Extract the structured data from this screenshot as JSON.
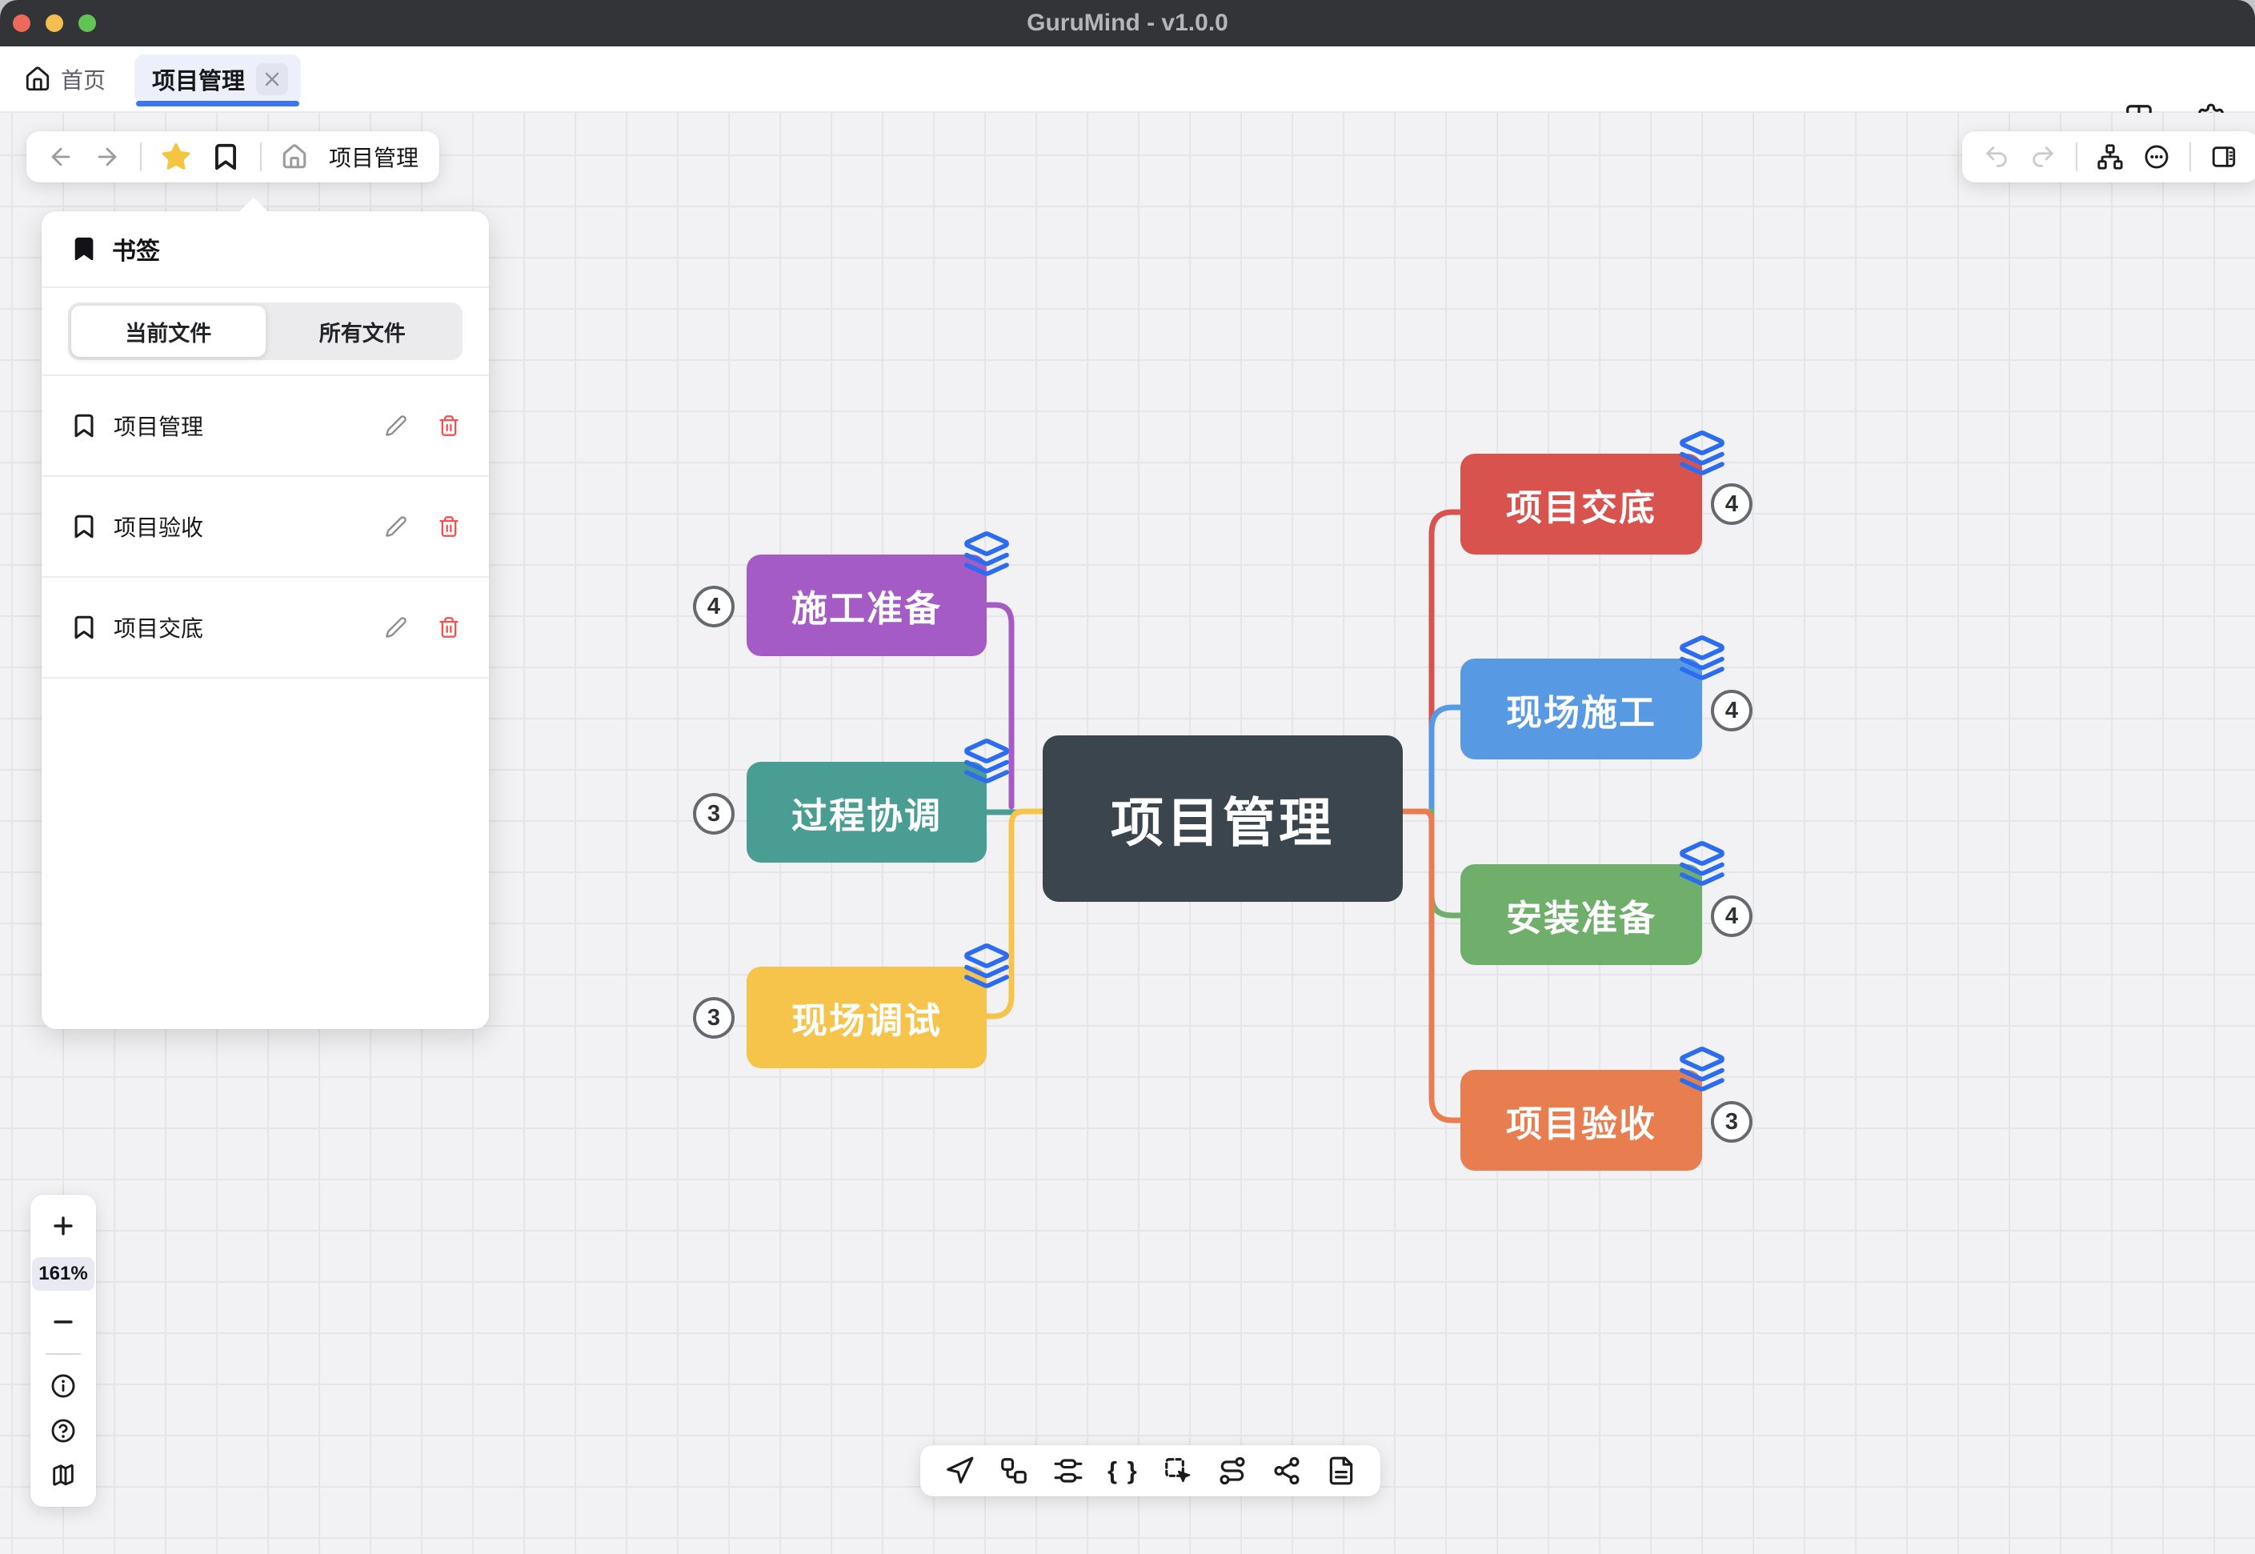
{
  "titlebar": {
    "title": "GuruMind - v1.0.0",
    "traffic_lights": [
      "#ec695c",
      "#f4bd50",
      "#62c454"
    ]
  },
  "tabbar": {
    "home_label": "首页",
    "active_tab": "项目管理"
  },
  "nav_toolbar": {
    "map_title": "项目管理"
  },
  "bookmark_panel": {
    "title": "书签",
    "tab_current": "当前文件",
    "tab_all": "所有文件",
    "items": [
      {
        "label": "项目管理"
      },
      {
        "label": "项目验收"
      },
      {
        "label": "项目交底"
      }
    ]
  },
  "zoom_toolbar": {
    "level": "161%"
  },
  "bottom_toolbar": {
    "braces_glyph": "{ }"
  },
  "mindmap": {
    "root": {
      "label": "项目管理",
      "color": "#3a454e"
    },
    "left_branches": [
      {
        "label": "施工准备",
        "badge": "4",
        "color": "#a55bc5"
      },
      {
        "label": "过程协调",
        "badge": "3",
        "color": "#4a9d92"
      },
      {
        "label": "现场调试",
        "badge": "3",
        "color": "#f6c44a"
      }
    ],
    "right_branches": [
      {
        "label": "项目交底",
        "badge": "4",
        "color": "#d9534e"
      },
      {
        "label": "现场施工",
        "badge": "4",
        "color": "#5899e4"
      },
      {
        "label": "安装准备",
        "badge": "4",
        "color": "#6fae6b"
      },
      {
        "label": "项目验收",
        "badge": "3",
        "color": "#e87e50"
      }
    ]
  },
  "colors": {
    "accent_blue": "#3b76f0",
    "layers_icon": "#2b6cf0",
    "danger": "#ef5350",
    "star": "#f5c542"
  },
  "icon_names": [
    "home-icon",
    "close-icon",
    "columns-icon",
    "gear-icon",
    "back-arrow-icon",
    "forward-arrow-icon",
    "star-icon",
    "bookmark-icon",
    "undo-icon",
    "redo-icon",
    "org-chart-icon",
    "more-options-icon",
    "side-panel-icon",
    "pencil-icon",
    "trash-icon",
    "plus-icon",
    "minus-icon",
    "info-icon",
    "help-icon",
    "map-icon",
    "navigation-icon",
    "workflow-icon",
    "topology-icon",
    "braces-icon",
    "area-select-icon",
    "route-icon",
    "share-icon",
    "document-icon",
    "layers-icon"
  ]
}
